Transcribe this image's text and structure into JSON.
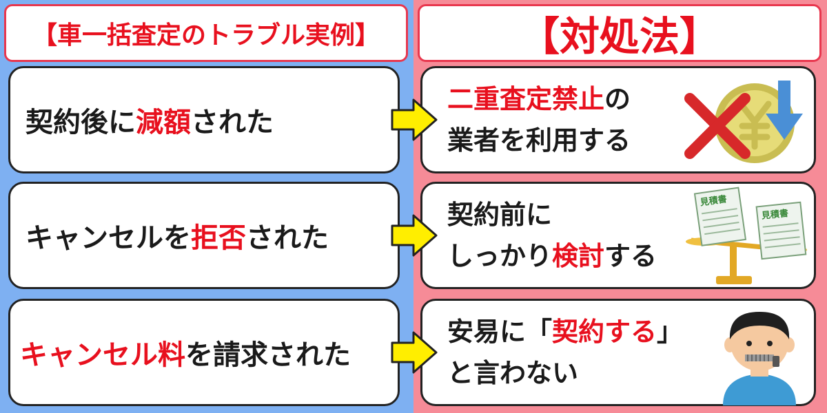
{
  "headers": {
    "left": "【車一括査定のトラブル実例】",
    "right": "【対処法】"
  },
  "problems": [
    {
      "before": "契約後に",
      "highlight": "減額",
      "after": "された"
    },
    {
      "before": "キャンセルを",
      "highlight": "拒否",
      "after": "された"
    },
    {
      "before": "",
      "highlight": "キャンセル料",
      "after": "を請求された"
    }
  ],
  "solutions": [
    {
      "line1_highlight": "二重査定禁止",
      "line1_after": "の",
      "line2": "業者を利用する",
      "icon": "yen-coin-no-decrease-icon"
    },
    {
      "line1": "契約前に",
      "line2_before": "しっかり",
      "line2_highlight": "検討",
      "line2_after": "する",
      "doc_label_1": "見積書",
      "doc_label_2": "見積書",
      "icon": "estimate-scale-icon"
    },
    {
      "line1_before": "安易に「",
      "line1_highlight": "契約する",
      "line1_after": "」",
      "line2": "と言わない",
      "icon": "zipped-mouth-person-icon"
    }
  ],
  "colors": {
    "left_bg": "#7eb0f2",
    "right_bg": "#f68b97",
    "accent_red": "#e8101e",
    "arrow_yellow": "#ffee00"
  }
}
